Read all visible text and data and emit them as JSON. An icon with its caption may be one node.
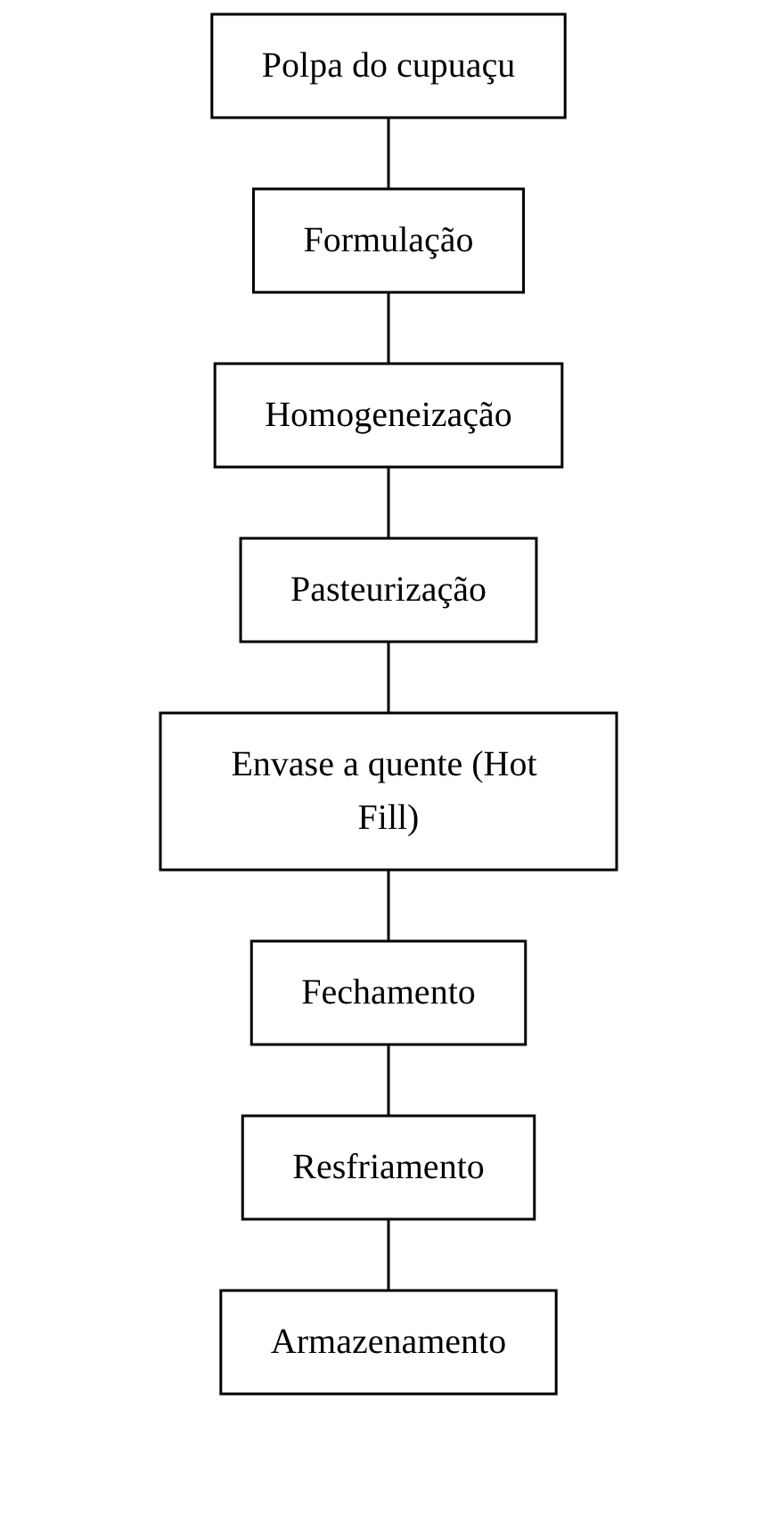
{
  "diagram": {
    "nodes": [
      {
        "text": [
          "Polpa do cupuaçu"
        ]
      },
      {
        "text": [
          "Formulação"
        ]
      },
      {
        "text": [
          "Homogeneização"
        ]
      },
      {
        "text": [
          "Pasteurização"
        ]
      },
      {
        "text": [
          "Envase a quente (Hot Fill)"
        ]
      },
      {
        "text": [
          "Fechamento"
        ]
      },
      {
        "text": [
          "Resfriamento"
        ]
      },
      {
        "text": [
          "Armazenamento"
        ]
      }
    ],
    "edges": [
      {
        "from": 0,
        "to": 1,
        "arrow": "none"
      },
      {
        "from": 1,
        "to": 2,
        "arrow": "none"
      },
      {
        "from": 2,
        "to": 3,
        "arrow": "none"
      },
      {
        "from": 3,
        "to": 4,
        "arrow": "none"
      },
      {
        "from": 4,
        "to": 5,
        "arrow": "none"
      },
      {
        "from": 5,
        "to": 6,
        "arrow": "none"
      },
      {
        "from": 6,
        "to": 7,
        "arrow": "none"
      }
    ]
  }
}
